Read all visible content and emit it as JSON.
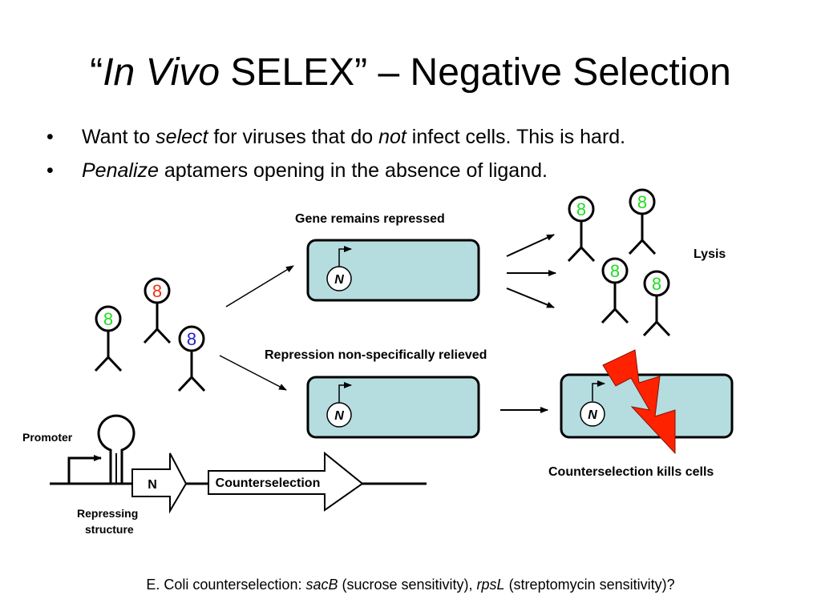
{
  "title": {
    "prefix": "“",
    "italic": "In Vivo",
    "rest": " SELEX” – Negative Selection"
  },
  "bullets": [
    {
      "symbol": "•",
      "parts": [
        {
          "text": "Want to ",
          "italic": false
        },
        {
          "text": "select",
          "italic": true
        },
        {
          "text": " for viruses that do ",
          "italic": false
        },
        {
          "text": "not",
          "italic": true
        },
        {
          "text": " infect cells. This is hard.",
          "italic": false
        }
      ]
    },
    {
      "symbol": "•",
      "parts": [
        {
          "text": "Penalize",
          "italic": true
        },
        {
          "text": " aptamers opening in the absence of ligand.",
          "italic": false
        }
      ]
    }
  ],
  "labels": {
    "gene_repressed": "Gene remains repressed",
    "repression_relieved": "Repression non-specifically relieved",
    "lysis": "Lysis",
    "counterselection_kills": "Counterselection kills cells",
    "promoter": "Promoter",
    "repressing_line1": "Repressing",
    "repressing_line2": "structure"
  },
  "gene_construct": {
    "n_label": "N",
    "counterselection_label": "Counterselection"
  },
  "cell_gene_label": "N",
  "phage_label": "8",
  "colors": {
    "green": "#22dd22",
    "red": "#ee3311",
    "blue": "#2222cc",
    "cell_fill": "#b5dde0",
    "lightning": "#ff2200"
  },
  "footer": {
    "prefix": "E. Coli counterselection: ",
    "gene1": "sacB",
    "mid": " (sucrose sensitivity), ",
    "gene2": "rpsL",
    "suffix": " (streptomycin sensitivity)?"
  }
}
